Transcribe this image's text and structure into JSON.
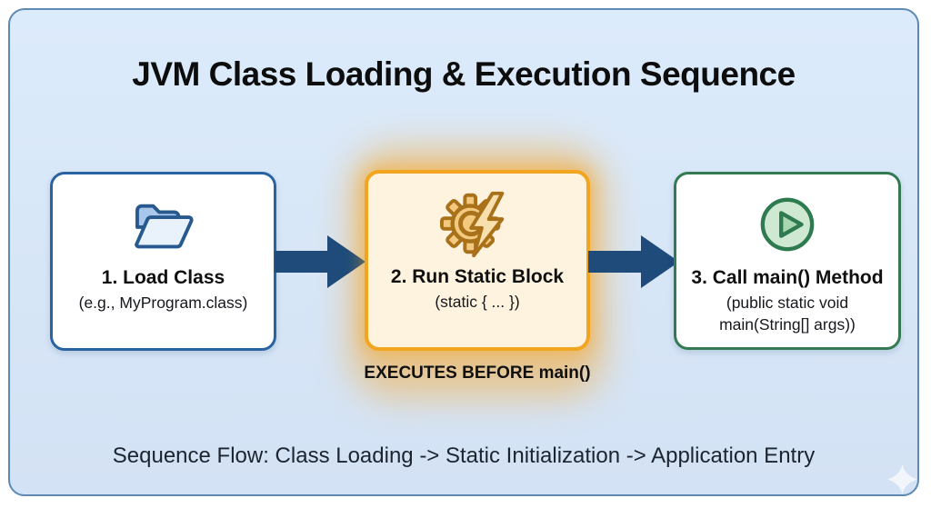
{
  "title": "JVM Class Loading & Execution Sequence",
  "steps": [
    {
      "title": "1. Load Class",
      "subtitle": "(e.g., MyProgram.class)",
      "icon": "folder-icon"
    },
    {
      "title": "2. Run Static Block",
      "subtitle": "(static { ... })",
      "icon": "gear-lightning-icon",
      "annotation": "EXECUTES BEFORE main()"
    },
    {
      "title": "3. Call main() Method",
      "subtitle": "(public static void main(String[] args))",
      "icon": "play-icon"
    }
  ],
  "footer_text": "Sequence Flow: Class Loading -> Static Initialization -> Application Entry",
  "icons": {
    "step1": "folder-icon",
    "step2": "gear-lightning-icon",
    "step3": "play-icon",
    "decoration": "sparkle-icon"
  },
  "colors": {
    "canvas_bg": "#ffffff",
    "panel_bg": "#d7e6f7",
    "panel_border": "#5d89b4",
    "step1_border": "#2a63a2",
    "step2_border": "#f2a51f",
    "step2_bg": "#fdf3de",
    "step2_glow": "#f7a62c",
    "step3_border": "#337a52",
    "arrow": "#1e4b7a",
    "title_text": "#0d0d0d"
  }
}
